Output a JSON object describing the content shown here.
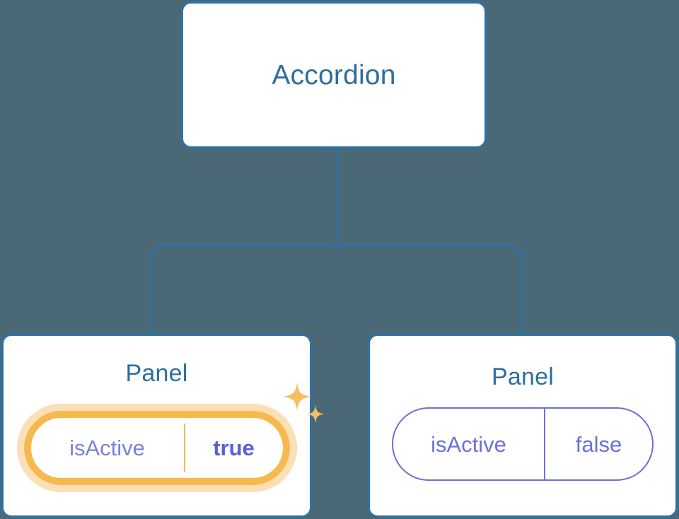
{
  "diagram": {
    "type": "component-tree",
    "background_color": "#4b6876",
    "edge_color": "#2e72a8",
    "nodes": [
      {
        "id": "root",
        "title": "Accordion",
        "title_color": "#2e6e9e",
        "border_color": "#2e72a8"
      },
      {
        "id": "panel-left",
        "title": "Panel",
        "title_color": "#2e6e9e",
        "border_color": "#2e72a8",
        "highlighted": true,
        "prop": {
          "key": "isActive",
          "value": "true",
          "key_color": "#7b7fe0",
          "value_color": "#5a5fd9",
          "ring_color": "#f6b94f",
          "glow_color": "#fbe0b5",
          "value_bold": true
        },
        "decoration": "sparkles-icon"
      },
      {
        "id": "panel-right",
        "title": "Panel",
        "title_color": "#2e6e9e",
        "border_color": "#2e72a8",
        "highlighted": false,
        "prop": {
          "key": "isActive",
          "value": "false",
          "key_color": "#6b70dc",
          "value_color": "#6b70dc",
          "border_color": "#6b70dc",
          "value_bold": false
        }
      }
    ],
    "edges": [
      {
        "from": "root",
        "to": "panel-left"
      },
      {
        "from": "root",
        "to": "panel-right"
      }
    ]
  }
}
